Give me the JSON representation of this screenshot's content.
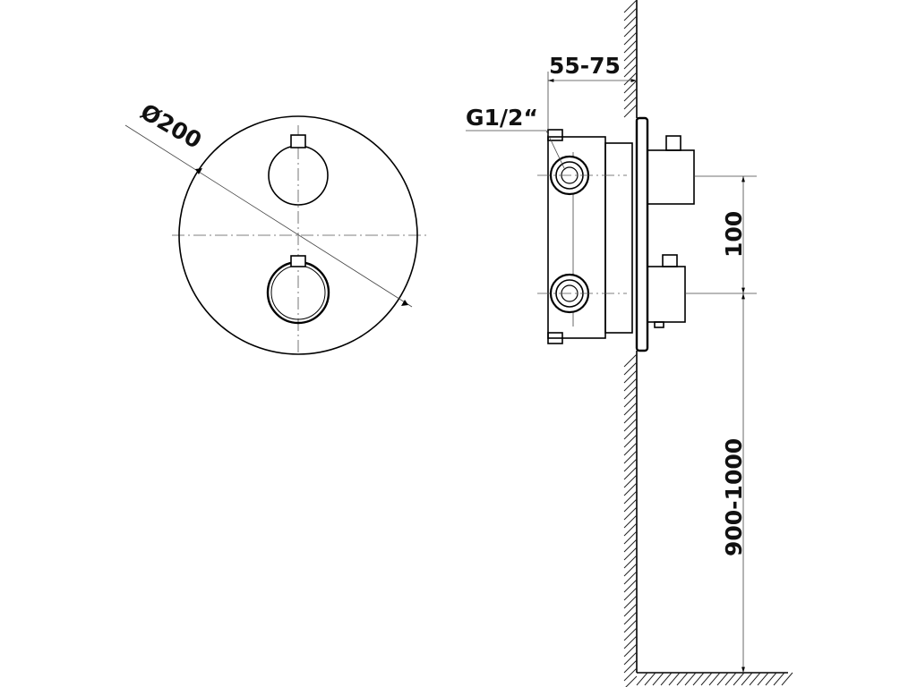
{
  "dimensions": {
    "diameter": "Ø200",
    "depth": "55-75",
    "thread": "G1/2“",
    "spacing": "100",
    "height": "900-1000"
  },
  "colors": {
    "line": "#000000",
    "background": "#ffffff"
  }
}
